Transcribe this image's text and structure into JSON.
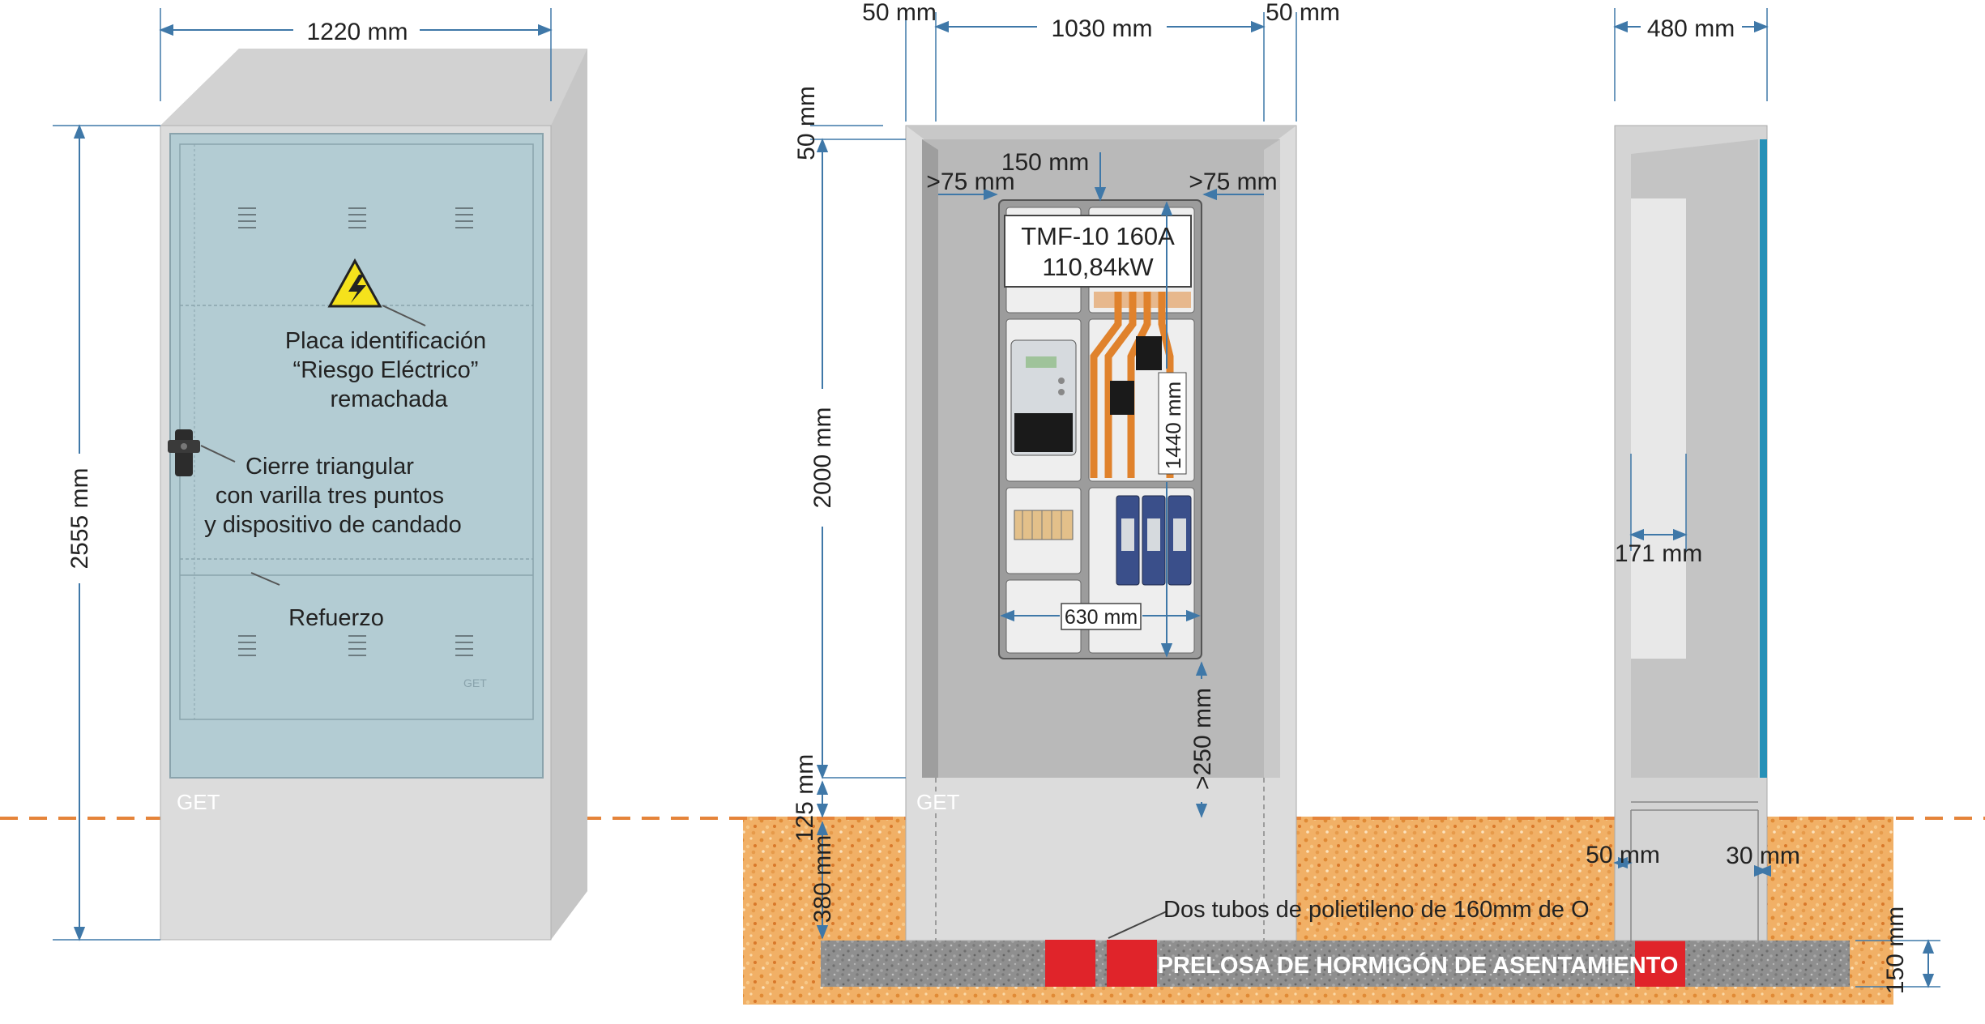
{
  "colors": {
    "dimension_line": "#3f78a8",
    "door_panel": "#b3ccd3",
    "cabinet_body": "#dcdcdc",
    "ground_line": "#e5843a",
    "soil": "#f1b066",
    "concrete_slab": "#8c8c8c",
    "conduit": "#e0242a",
    "warning_sign": "#f5e21c",
    "copper_bar": "#e0822c",
    "breaker": "#3a4f8a",
    "side_accent": "#2690b7"
  },
  "front_view": {
    "width_label": "1220 mm",
    "height_label": "2555 mm",
    "warning_icon": "high-voltage-warning-icon",
    "callout_sign": [
      "Placa identificación",
      "“Riesgo Eléctrico”",
      "remachada"
    ],
    "callout_lock": [
      "Cierre triangular",
      "con varilla tres puntos",
      "y dispositivo de candado"
    ],
    "callout_reinforcement": "Refuerzo",
    "brand": "GET",
    "door_brand": "GET"
  },
  "interior_view": {
    "side_margin_left": "50 mm",
    "inner_width": "1030 mm",
    "side_margin_right": "50 mm",
    "top_margin": "50 mm",
    "clearance_top": "150 mm",
    "clearance_left": ">75 mm",
    "clearance_right": ">75 mm",
    "module_title": "TMF-10 160A",
    "module_power": "110,84kW",
    "panel_height": "1440 mm",
    "panel_width": "630 mm",
    "interior_height": "2000 mm",
    "bottom_clearance": ">250 mm",
    "plinth_height": "125 mm",
    "buried_depth": "380 mm",
    "conduits_note": "Dos tubos de polietileno de 160mm de O",
    "slab_label": "PRELOSA DE HORMIGÓN DE ASENTAMIENTO",
    "brand": "GET"
  },
  "side_view": {
    "depth_label": "480 mm",
    "inner_depth_label": "171 mm",
    "left_offset": "50 mm",
    "right_offset": "30 mm",
    "slab_thickness": "150 mm"
  }
}
